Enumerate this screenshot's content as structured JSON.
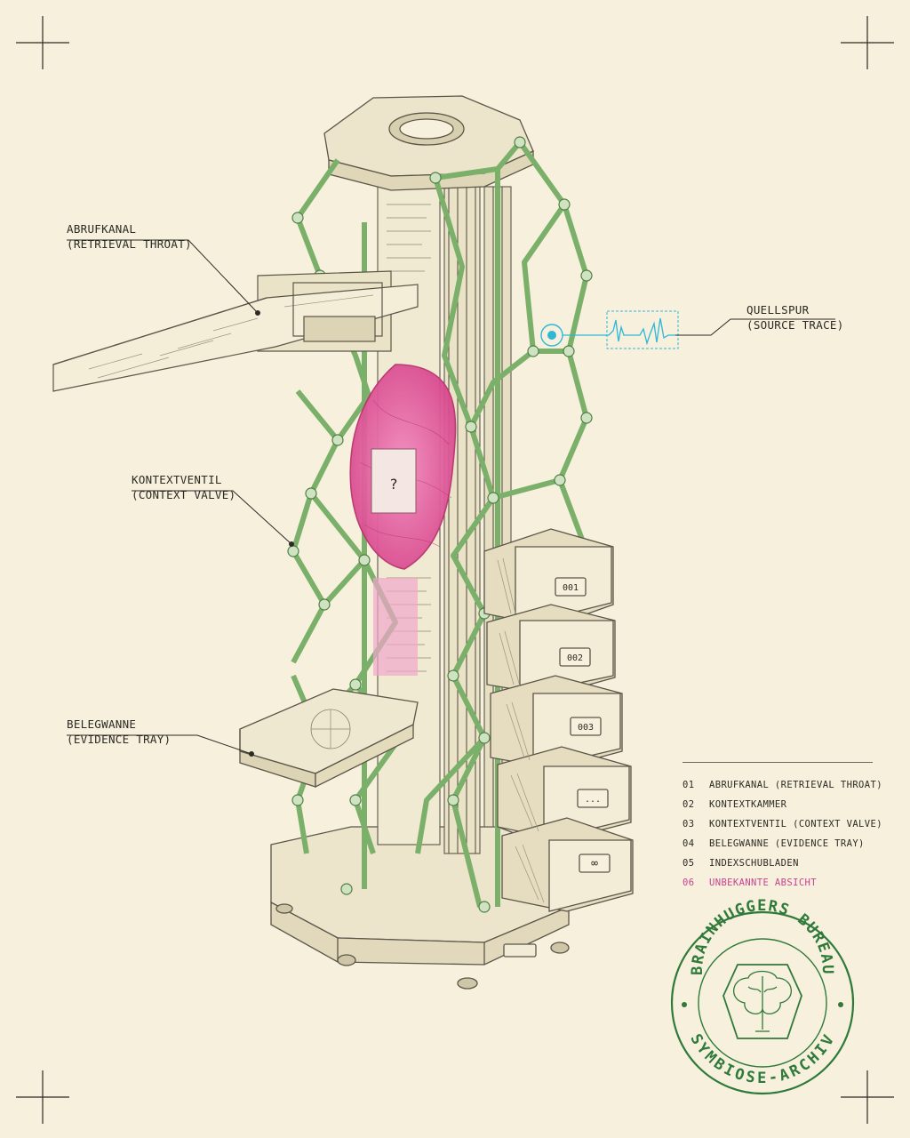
{
  "callouts": {
    "retrieval": {
      "line1": "ABRUFKANAL",
      "line2": "(RETRIEVAL THROAT)"
    },
    "source": {
      "line1": "QUELLSPUR",
      "line2": "(SOURCE TRACE)"
    },
    "valve": {
      "line1": "KONTEXTVENTIL",
      "line2": "(CONTEXT VALVE)"
    },
    "tray": {
      "line1": "BELEGWANNE",
      "line2": "(EVIDENCE TRAY)"
    }
  },
  "chamber": {
    "mark": "?"
  },
  "drawers": [
    {
      "label": "001"
    },
    {
      "label": "002"
    },
    {
      "label": "003"
    },
    {
      "label": "..."
    },
    {
      "label": "∞"
    }
  ],
  "legend": [
    {
      "num": "01",
      "text": "ABRUFKANAL (RETRIEVAL THROAT)"
    },
    {
      "num": "02",
      "text": "KONTEXTKAMMER"
    },
    {
      "num": "03",
      "text": "KONTEXTVENTIL (CONTEXT VALVE)"
    },
    {
      "num": "04",
      "text": "BELEGWANNE (EVIDENCE TRAY)"
    },
    {
      "num": "05",
      "text": "INDEXSCHUBLADEN"
    },
    {
      "num": "06",
      "text": "UNBEKANNTE ABSICHT",
      "highlight": true
    }
  ],
  "seal": {
    "top_text": "BRAINHUGGERS BUREAU",
    "bottom_text": "SYMBIOSE-ARCHIV"
  },
  "colors": {
    "paper": "#f6f0dc",
    "ink": "#2c2a24",
    "frame_green": "#7bb06a",
    "chamber_pink": "#e0579a",
    "trace_cyan": "#2fb7d8",
    "seal_green": "#2f7a3a",
    "highlight_magenta": "#c8438f"
  }
}
